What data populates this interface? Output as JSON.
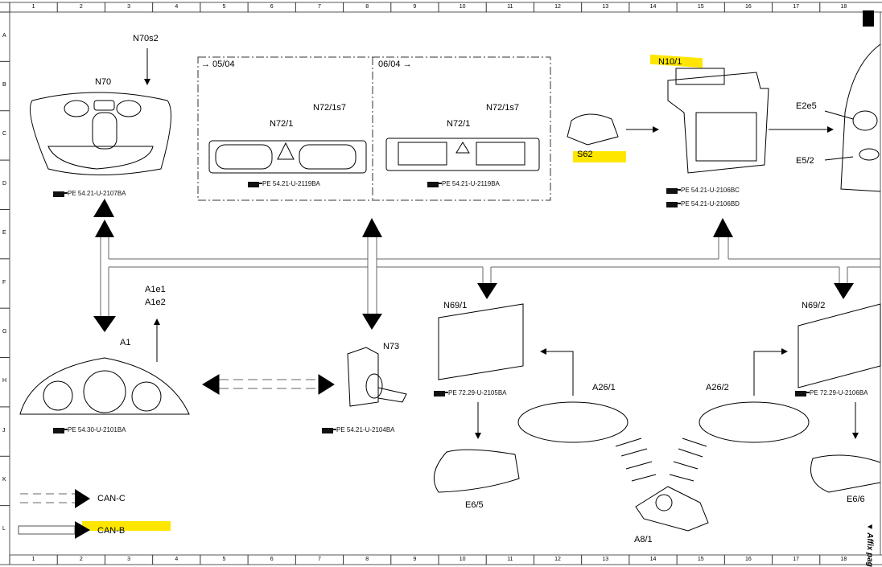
{
  "frame": {
    "columns": [
      "1",
      "2",
      "3",
      "4",
      "5",
      "6",
      "7",
      "8",
      "9",
      "10",
      "11",
      "12",
      "13",
      "14",
      "15",
      "16",
      "17",
      "18"
    ],
    "rows": [
      "A",
      "B",
      "C",
      "D",
      "E",
      "F",
      "G",
      "H",
      "J",
      "K",
      "L"
    ]
  },
  "components": {
    "n70s2": {
      "label": "N70s2"
    },
    "n70": {
      "label": "N70",
      "ref": "PE 54.21-U-2107BA"
    },
    "n72_old": {
      "date_label": "→ 05/04",
      "label": "N72/1",
      "sub_label": "N72/1s7",
      "ref": "PE 54.21-U-2119BA"
    },
    "n72_new": {
      "date_label": "06/04 →",
      "label": "N72/1",
      "sub_label": "N72/1s7",
      "ref": "PE 54.21-U-2119BA"
    },
    "s62": {
      "label": "S62"
    },
    "n10_1": {
      "label": "N10/1",
      "ref1": "PE 54.21-U-2106BC",
      "ref2": "PE 54.21-U-2106BD"
    },
    "e2e5": {
      "label": "E2e5"
    },
    "e5_2": {
      "label": "E5/2"
    },
    "a1e": {
      "label1": "A1e1",
      "label2": "A1e2"
    },
    "a1": {
      "label": "A1",
      "ref": "PE 54.30-U-2101BA"
    },
    "n73": {
      "label": "N73",
      "ref": "PE 54.21-U-2104BA"
    },
    "n69_1": {
      "label": "N69/1",
      "ref": "PE 72.29-U-2105BA"
    },
    "n69_2": {
      "label": "N69/2",
      "ref": "PE 72.29-U-2106BA"
    },
    "a26_1": {
      "label": "A26/1"
    },
    "a26_2": {
      "label": "A26/2"
    },
    "e6_5": {
      "label": "E6/5"
    },
    "e6_6": {
      "label": "E6/6"
    },
    "a8_1": {
      "label": "A8/1"
    }
  },
  "legend": {
    "can_c": "CAN-C",
    "can_b": "CAN-B"
  },
  "side_note": "▼ Affix pag",
  "highlight_color": "#ffe600"
}
